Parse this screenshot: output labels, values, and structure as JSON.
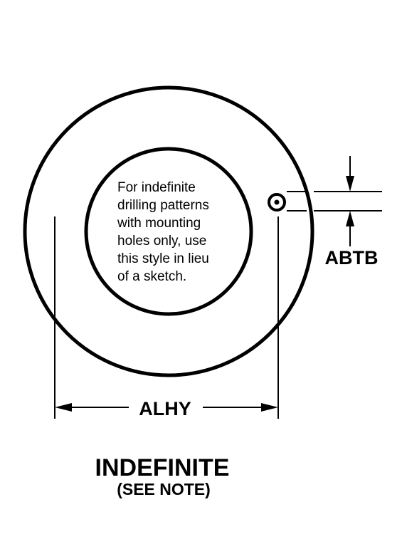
{
  "note": {
    "lines": [
      "For indefinite",
      "drilling patterns",
      "with mounting",
      "holes only, use",
      "this style in lieu",
      "of a sketch."
    ]
  },
  "dimensions": {
    "hole_spacing_label": "ALHY",
    "hole_size_label": "ABTB"
  },
  "title": {
    "main": "INDEFINITE",
    "sub": "(SEE NOTE)"
  },
  "colors": {
    "ink": "#000000",
    "paper": "#ffffff"
  }
}
